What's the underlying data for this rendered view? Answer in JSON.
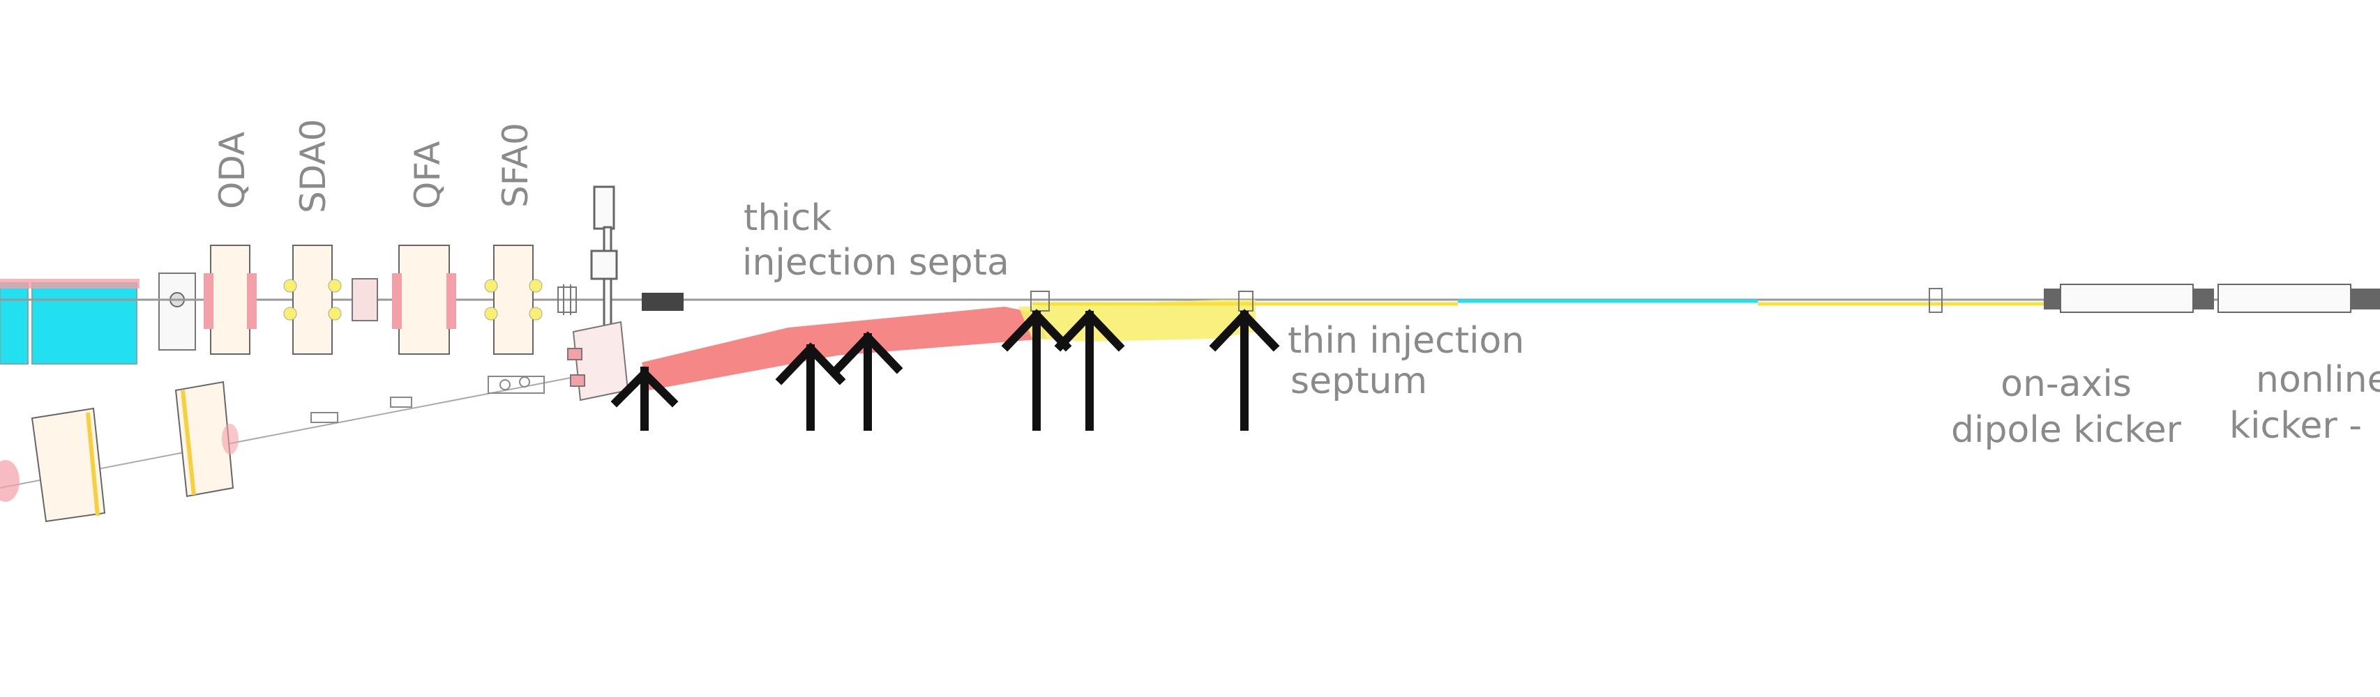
{
  "magnet_labels": [
    {
      "text": "QDA"
    },
    {
      "text": "SDA0"
    },
    {
      "text": "QFA"
    },
    {
      "text": "SFA0"
    }
  ],
  "component_labels": {
    "thick_septa_line1": "thick",
    "thick_septa_line2": "injection septa",
    "thin_septum_line1": "thin injection",
    "thin_septum_line2": "septum",
    "dipole_kicker_line1": "on-axis",
    "dipole_kicker_line2": "dipole kicker",
    "nonlinear_kicker_line1": "nonline",
    "nonlinear_kicker_line2": "kicker -"
  },
  "colors": {
    "cyan": "#22e0f0",
    "yellow": "#f7f070",
    "red": "#f47a7a",
    "label": "#8a8a8a",
    "arrow": "#111111"
  },
  "icons": [
    "up-arrow-icon"
  ]
}
